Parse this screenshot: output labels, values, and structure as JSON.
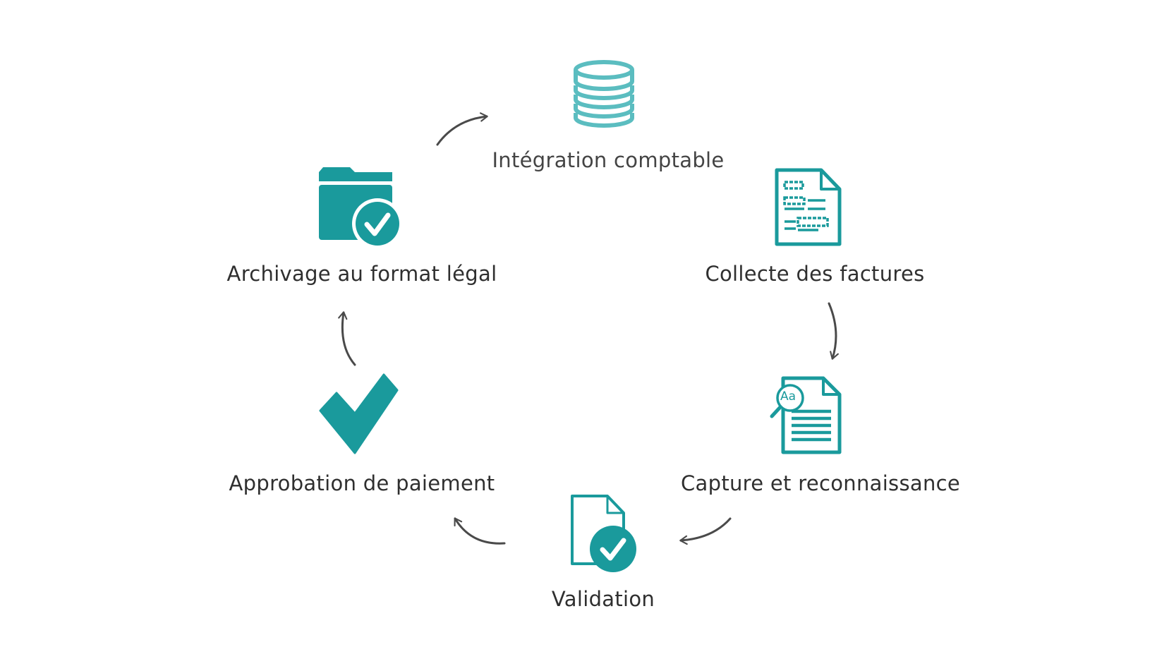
{
  "diagram": {
    "accent_color": "#1a9a9c",
    "icon_outline_color": "#5bbdc0",
    "arrow_color": "#4a4a4a",
    "steps": [
      {
        "id": "integration",
        "label": "Intégration comptable",
        "icon": "database-icon"
      },
      {
        "id": "collecte",
        "label": "Collecte des factures",
        "icon": "invoice-scan-document-icon"
      },
      {
        "id": "capture",
        "label": "Capture et reconnaissance",
        "icon": "ocr-document-icon"
      },
      {
        "id": "validation",
        "label": "Validation",
        "icon": "document-check-icon"
      },
      {
        "id": "approbation",
        "label": "Approbation de paiement",
        "icon": "checkmark-icon"
      },
      {
        "id": "archivage",
        "label": "Archivage au format légal",
        "icon": "folder-check-icon"
      }
    ],
    "ocr_badge_text": "Aa"
  }
}
